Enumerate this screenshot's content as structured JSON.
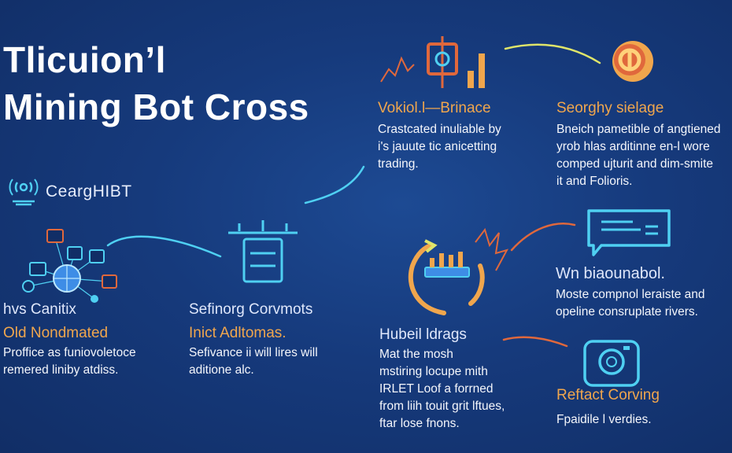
{
  "title": {
    "line1": "Tlicuion’l",
    "line2": "Mining Bot Cross"
  },
  "logo": {
    "text": "CeargHIBT",
    "icon": "antenna-icon"
  },
  "blocks": [
    {
      "id": "top-middle",
      "heading": "Vokiol.l—Brinace",
      "heading_color": "orange",
      "lines": [
        "Crastcated inuliable by",
        "i's jauute tic anicetting",
        "trading."
      ],
      "icon": "candlestick-chart-icon"
    },
    {
      "id": "top-right",
      "heading": "Seorghy sielage",
      "heading_color": "orange",
      "lines": [
        "Bneich pametible of angtiened",
        "yrob hlas arditinne en-l wore",
        "comped ujturit and dim-smite",
        "it and Folioris."
      ],
      "icon": "coin-icon"
    },
    {
      "id": "left",
      "heading": "hvs Canitix",
      "heading_color": "white",
      "subheading": "Old Nondmated",
      "lines": [
        "Proffice as funiovoletoce",
        "remered liniby atdiss."
      ],
      "icon": "network-globe-icon"
    },
    {
      "id": "middle",
      "heading": "Sefinorg Corvmots",
      "heading_color": "white",
      "subheading": "Inict Adltomas.",
      "lines": [
        "Sefivance ii will lires will",
        "aditione alc."
      ],
      "icon": "server-icon"
    },
    {
      "id": "bottom-middle",
      "heading": "Hubeil ldrags",
      "heading_color": "white",
      "lines": [
        "Mat the mosh",
        "mstiring locupe mith",
        "IRLET Loof a forrned",
        "from liih touit grit lftues,",
        "ftar lose fnons."
      ],
      "icon": "refresh-cycle-icon"
    },
    {
      "id": "right-middle",
      "heading": "Wn biaounabol.",
      "heading_color": "white",
      "lines": [
        "Moste compnol leraiste and",
        "opeline consruplate rivers."
      ],
      "icon": "chat-bubble-icon"
    },
    {
      "id": "bottom-right",
      "heading": "Reftact Corving",
      "heading_color": "orange",
      "lines": [
        "Fpaidile l verdies."
      ],
      "icon": "camera-icon"
    }
  ],
  "colors": {
    "orange": "#f0a64d",
    "cyan": "#4fd0f2",
    "background": "#163a7c"
  }
}
